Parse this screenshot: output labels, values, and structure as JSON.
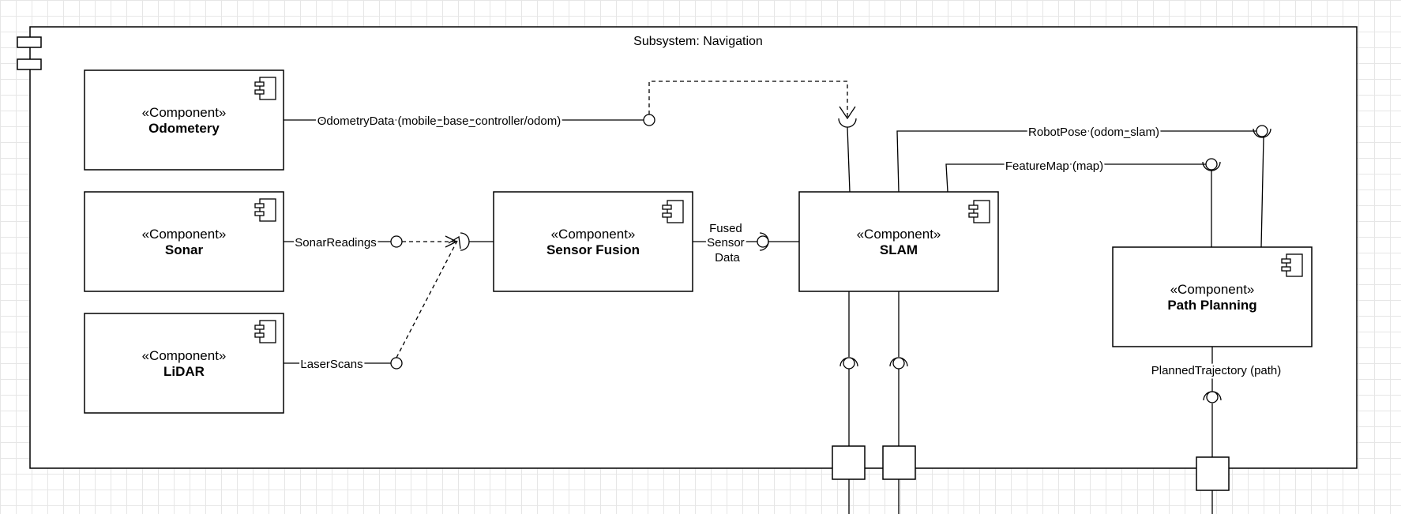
{
  "subsystem": {
    "title": "Subsystem: Navigation"
  },
  "components": {
    "odometry": {
      "stereotype": "«Component»",
      "name": "Odometery"
    },
    "sonar": {
      "stereotype": "«Component»",
      "name": "Sonar"
    },
    "lidar": {
      "stereotype": "«Component»",
      "name": "LiDAR"
    },
    "sensor_fusion": {
      "stereotype": "«Component»",
      "name": "Sensor Fusion"
    },
    "slam": {
      "stereotype": "«Component»",
      "name": "SLAM"
    },
    "path_planning": {
      "stereotype": "«Component»",
      "name": "Path Planning"
    }
  },
  "interfaces": {
    "odometry_data": "OdometryData (mobile_base_controller/odom)",
    "sonar_readings": "SonarReadings",
    "laser_scans": "LaserScans",
    "fused_sensor_data": [
      "Fused",
      "Sensor",
      "Data"
    ],
    "robot_pose": "RobotPose (odom_slam)",
    "feature_map": "FeatureMap (map)",
    "planned_trajectory": "PlannedTrajectory (path)"
  }
}
